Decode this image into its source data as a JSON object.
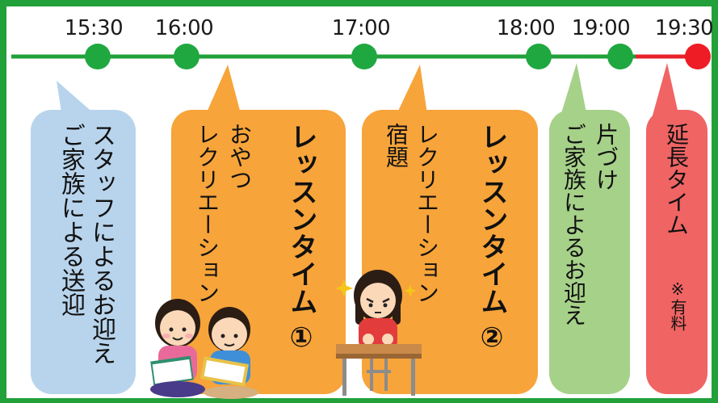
{
  "times": [
    "15:30",
    "16:00",
    "17:00",
    "18:00",
    "19:00",
    "19:30"
  ],
  "colors": {
    "frame": "#22a03a",
    "line_green": "#22a03a",
    "line_red": "#e8222a",
    "dot_green": "#1fa840",
    "dot_red": "#ee1c25",
    "blue": "#b8d4ec",
    "orange": "#f7a43a",
    "light_green": "#a6d189",
    "red": "#f06464"
  },
  "blocks": {
    "pickup_blue": {
      "line1": "スタッフによるお迎え",
      "line2": "ご家族による送迎"
    },
    "lesson1": {
      "title": "レッスンタイム",
      "number": "①",
      "sub1": "おやつ",
      "sub2": "レクリエーション"
    },
    "lesson2": {
      "title": "レッスンタイム",
      "number": "②",
      "sub1": "レクリエーション",
      "sub2": "宿題"
    },
    "pickup_green": {
      "line1": "片づけ",
      "line2": "ご家族によるお迎え"
    },
    "extension": {
      "title": "延長タイム",
      "note": "※有料"
    }
  },
  "illustrations": [
    "children-reading-illustration",
    "girl-studying-illustration"
  ]
}
